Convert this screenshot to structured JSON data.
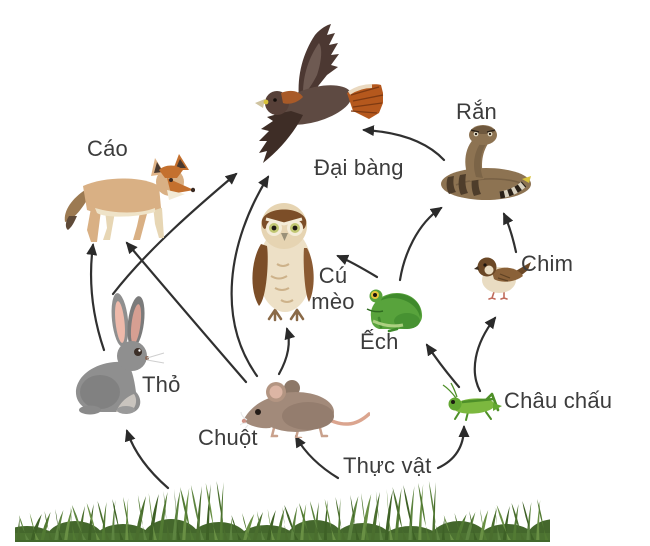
{
  "labels": {
    "cao": "Cáo",
    "dai_bang": "Đại bàng",
    "ran": "Rắn",
    "chim": "Chim",
    "cu_meo": "Cú mèo",
    "ech": "Ếch",
    "tho": "Thỏ",
    "chuot": "Chuột",
    "chau_chau": "Châu chấu",
    "thuc_vat": "Thực vật"
  },
  "edges": [
    {
      "from": "Thực vật",
      "to": "Thỏ"
    },
    {
      "from": "Thực vật",
      "to": "Chuột"
    },
    {
      "from": "Thực vật",
      "to": "Châu chấu"
    },
    {
      "from": "Thỏ",
      "to": "Cáo"
    },
    {
      "from": "Thỏ",
      "to": "Đại bàng"
    },
    {
      "from": "Chuột",
      "to": "Cáo"
    },
    {
      "from": "Chuột",
      "to": "Đại bàng"
    },
    {
      "from": "Chuột",
      "to": "Cú mèo"
    },
    {
      "from": "Châu chấu",
      "to": "Ếch"
    },
    {
      "from": "Châu chấu",
      "to": "Chim"
    },
    {
      "from": "Ếch",
      "to": "Cú mèo"
    },
    {
      "from": "Ếch",
      "to": "Rắn"
    },
    {
      "from": "Chim",
      "to": "Rắn"
    },
    {
      "from": "Rắn",
      "to": "Đại bàng"
    }
  ],
  "colors": {
    "background": "#ffffff",
    "arrow": "#303030",
    "label_text": "#3c3c3c",
    "grass_green": "#5d8440"
  }
}
